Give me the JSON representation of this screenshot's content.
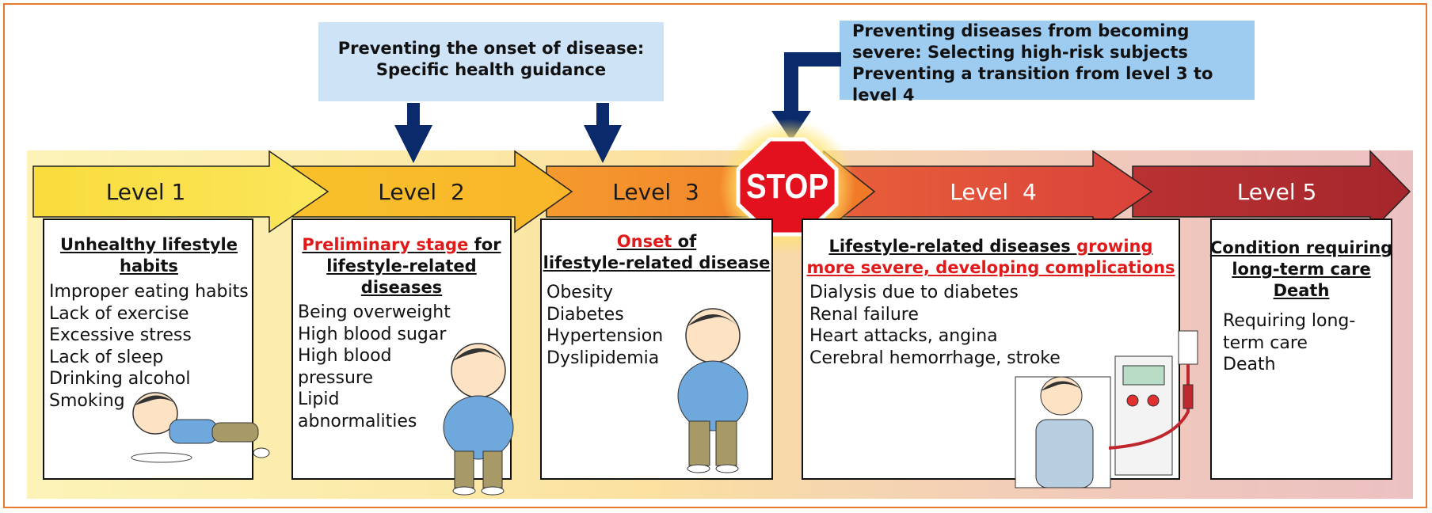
{
  "callouts": {
    "onset": [
      "Preventing the onset of disease:",
      "Specific health guidance"
    ],
    "severe": [
      "Preventing diseases from becoming",
      "severe: Selecting high-risk subjects",
      "Preventing a transition from level 3 to",
      "level 4"
    ]
  },
  "stop_sign": "STOP",
  "levels": [
    {
      "label": "Level 1",
      "title_parts": [
        {
          "text": "Unhealthy",
          "style": "black"
        },
        {
          "text": " lifestyle habits",
          "style": "black"
        }
      ],
      "title_lines": [
        "Unhealthy lifestyle",
        "habits"
      ],
      "items": [
        "Improper eating habits",
        "Lack of exercise",
        "Excessive stress",
        "Lack of sleep",
        "Drinking alcohol",
        "Smoking"
      ]
    },
    {
      "label": "Level  2",
      "title_lines": [
        "Preliminary stage for",
        "lifestyle-related",
        "diseases"
      ],
      "title_red": "Preliminary stage",
      "items": [
        "Being overweight",
        "High blood sugar",
        "High blood",
        "pressure",
        "Lipid",
        "abnormalities"
      ]
    },
    {
      "label": "Level  3",
      "title_lines": [
        "Onset of",
        "lifestyle-related disease"
      ],
      "title_red": "Onset",
      "items": [
        "Obesity",
        "Diabetes",
        "Hypertension",
        "Dyslipidemia"
      ]
    },
    {
      "label": "Level  4",
      "title_lines": [
        "Lifestyle-related diseases growing",
        "more severe, developing complications"
      ],
      "title_red_a": "growing",
      "title_red_b": "more severe, developing complications",
      "items": [
        "Dialysis due to diabetes",
        "Renal failure",
        "Heart attacks, angina",
        "Cerebral hemorrhage, stroke"
      ]
    },
    {
      "label": "Level 5",
      "title_lines": [
        "Condition requiring",
        "long-term care",
        "Death"
      ],
      "items": [
        "Requiring long-",
        "term care",
        "Death"
      ]
    }
  ],
  "colors": {
    "level1": "#fae14a",
    "level2": "#f7bf2e",
    "level3": "#f5882e",
    "level4": "#e5533a",
    "level5": "#b02a2e",
    "navy": "#0b2a6b",
    "stop": "#e3101e"
  }
}
